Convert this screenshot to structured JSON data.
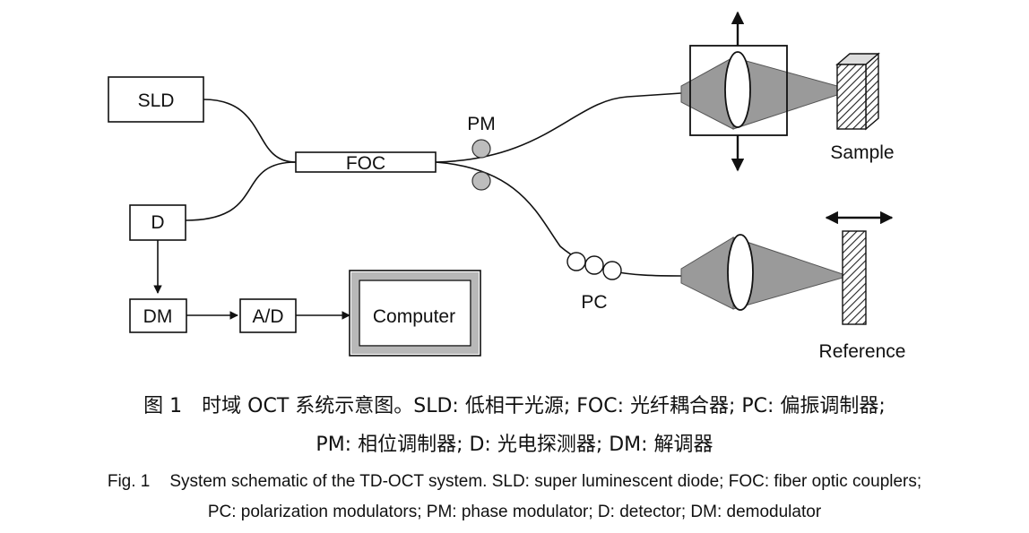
{
  "diagram": {
    "sld": "SLD",
    "foc": "FOC",
    "d": "D",
    "dm": "DM",
    "ad": "A/D",
    "computer": "Computer",
    "pm": "PM",
    "pc": "PC",
    "sample": "Sample",
    "reference": "Reference"
  },
  "caption": {
    "zh_fig": "图 1",
    "zh_line1": "时域 OCT 系统示意图。SLD: 低相干光源; FOC: 光纤耦合器; PC: 偏振调制器;",
    "zh_line2": "PM: 相位调制器; D: 光电探测器; DM: 解调器",
    "en_fig": "Fig. 1",
    "en_line1": "System schematic of the TD-OCT system. SLD: super luminescent diode; FOC: fiber optic couplers;",
    "en_line2": "PC: polarization modulators; PM: phase modulator; D: detector; DM: demodulator"
  },
  "colors": {
    "line": "#111111",
    "beam": "#9a9a9a",
    "pm_circle": "#bdbdbd",
    "frame_gray": "#b8b8b8"
  }
}
